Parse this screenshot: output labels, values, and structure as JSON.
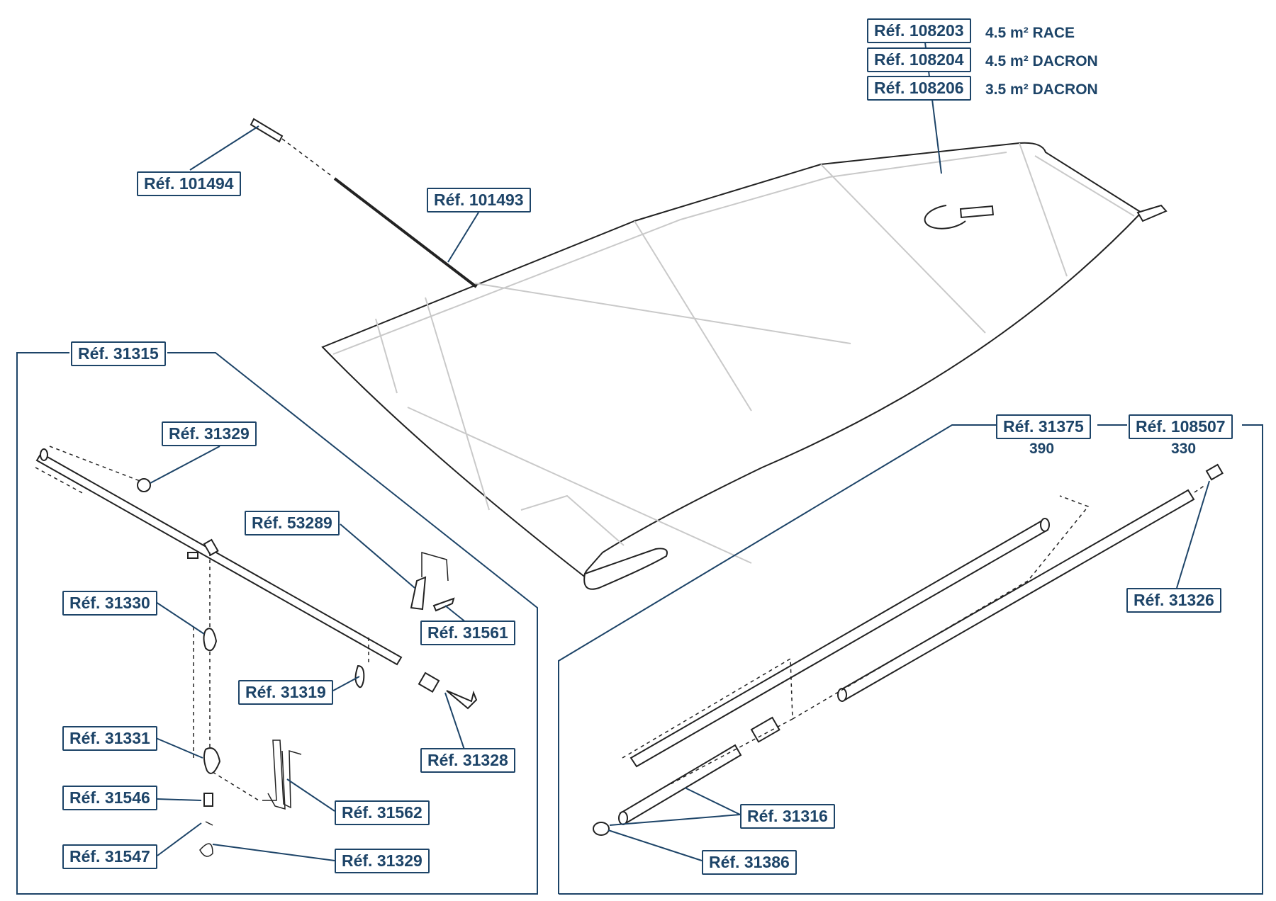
{
  "sail_refs": [
    {
      "ref": "Réf. 108203",
      "desc": "4.5 m² RACE"
    },
    {
      "ref": "Réf. 108204",
      "desc": "4.5 m² DACRON"
    },
    {
      "ref": "Réf. 108206",
      "desc": "3.5 m² DACRON"
    }
  ],
  "top": {
    "batten_cap": "Réf. 101494",
    "batten": "Réf. 101493"
  },
  "boom": {
    "title": "Réf. 31315",
    "outhaul_line": "Réf. 31329",
    "cleat": "Réf. 53289",
    "hook": "Réf. 31561",
    "clamp_upper": "Réf. 31330",
    "clip": "Réf. 31319",
    "end_fitting": "Réf. 31328",
    "clamp_lower": "Réf. 31331",
    "spring": "Réf. 31546",
    "pin": "Réf. 31547",
    "harness_line": "Réf. 31562",
    "downhaul_line": "Réf. 31329"
  },
  "mast": {
    "ref_a": "Réf. 31375",
    "ref_a_size": "390",
    "ref_b": "Réf. 108507",
    "ref_b_size": "330",
    "top_cap": "Réf. 31326",
    "sections": "Réf. 31316",
    "base_cap": "Réf. 31386"
  }
}
